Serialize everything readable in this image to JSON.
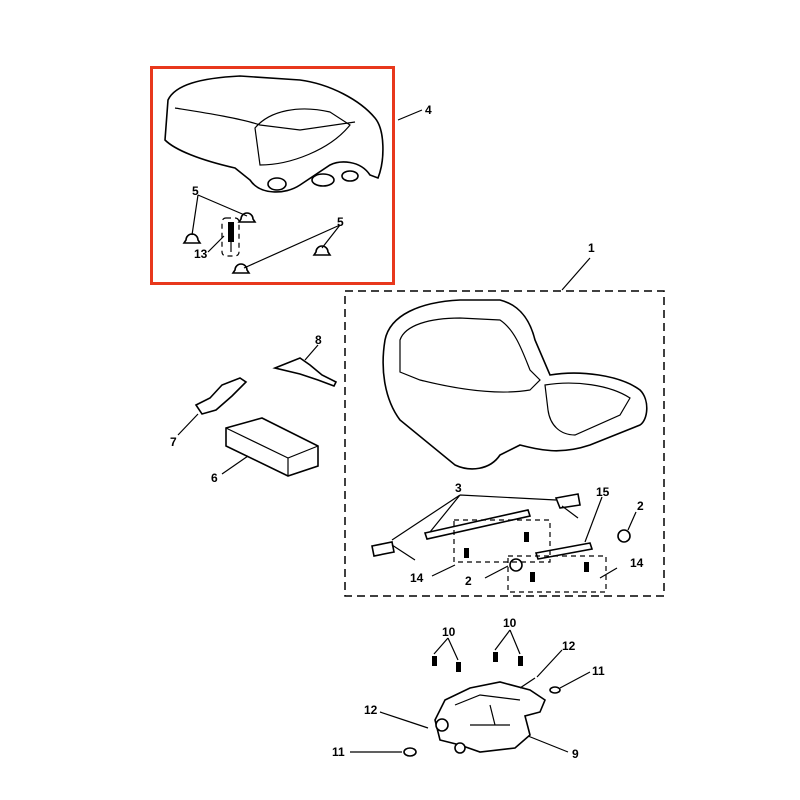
{
  "diagram": {
    "highlight_color": "#e8381c",
    "callouts": [
      "4",
      "5",
      "5",
      "13",
      "1",
      "8",
      "7",
      "6",
      "3",
      "15",
      "2",
      "2",
      "14",
      "14",
      "10",
      "10",
      "12",
      "11",
      "12",
      "11",
      "9"
    ]
  }
}
